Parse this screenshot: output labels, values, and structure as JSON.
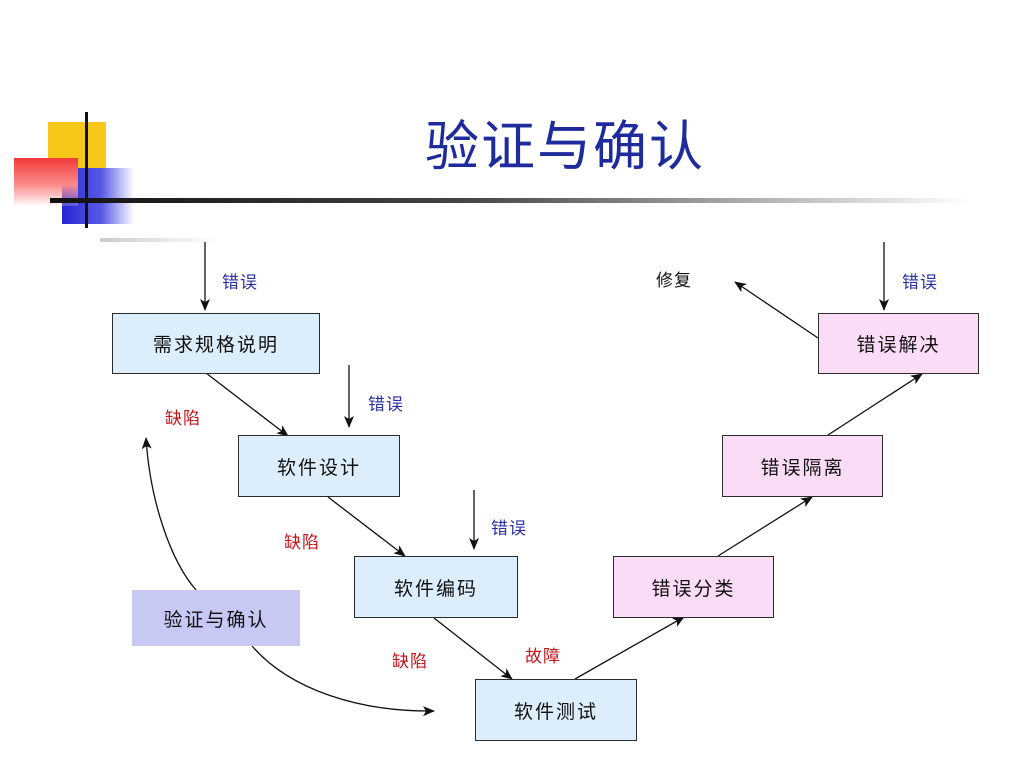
{
  "title": "验证与确认",
  "boxes": {
    "requirements": "需求规格说明",
    "design": "软件设计",
    "coding": "软件编码",
    "testing": "软件测试",
    "classify": "错误分类",
    "isolate": "错误隔离",
    "resolve": "错误解决",
    "vv": "验证与确认"
  },
  "labels": {
    "error_1": "错误",
    "error_2": "错误",
    "error_3": "错误",
    "error_4": "错误",
    "defect_1": "缺陷",
    "defect_2": "缺陷",
    "defect_3": "缺陷",
    "fault": "故障",
    "repair": "修复"
  },
  "colors": {
    "title": "#1f2a9c",
    "input_box_fill": "#dcedfb",
    "error_box_fill": "#fbdcf6",
    "vv_box_fill": "#c8c8f4",
    "error_label": "#2b2fa6",
    "defect_label": "#c4141c"
  }
}
